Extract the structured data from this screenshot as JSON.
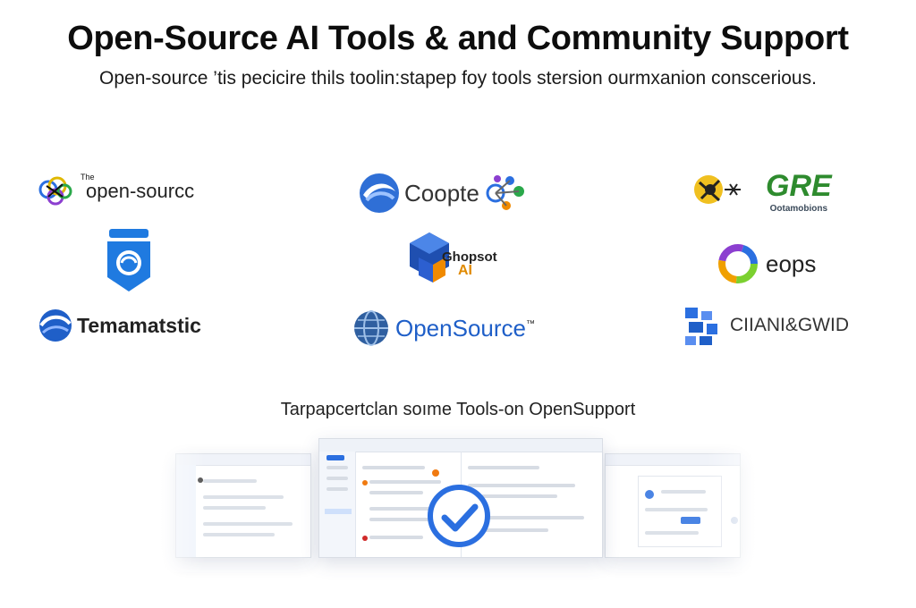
{
  "header": {
    "title": "Open-Source AI  Tools & and Community Support",
    "subtitle": "Open-source ’tis pecicire thils toolin:stapep foy tools stersion ourmxanion conscerious."
  },
  "logos": {
    "l1": {
      "label": "open-sourcc",
      "small": "The",
      "icon": "colorful-rings-icon"
    },
    "l2": {
      "label": "Coopte",
      "icon": "blue-swoosh-icon"
    },
    "l3": {
      "label": "GRE",
      "small": "Ootamobions",
      "icon": "bee-emblem-icon"
    },
    "l4": {
      "icon": "blue-shield-chat-icon"
    },
    "l5": {
      "label": "Ghopsot",
      "label2": "AI",
      "icon": "blue-cube-icon"
    },
    "l6": {
      "label": "eops",
      "icon": "rainbow-ring-icon"
    },
    "l7": {
      "label": "Temamatstic",
      "icon": "blue-circle-swoosh-icon"
    },
    "l8": {
      "label": "OpenSource",
      "tm": "™",
      "icon": "globe-icon"
    },
    "l9": {
      "label": "CIIANI&GWID",
      "icon": "puzzle-grid-icon"
    }
  },
  "section": {
    "label": "Tarpapcertclan soıme Tools-on OpenSupport"
  },
  "colors": {
    "accent": "#2b6fe0",
    "green": "#2e8b2e",
    "text": "#111111"
  }
}
